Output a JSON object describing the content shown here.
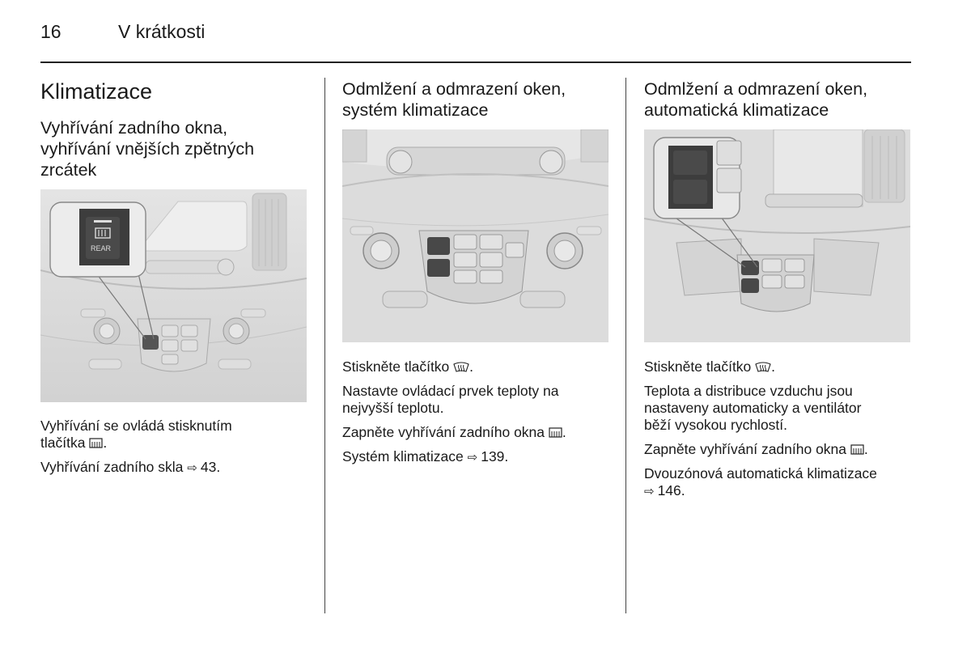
{
  "header": {
    "page_number": "16",
    "section": "V krátkosti"
  },
  "col1": {
    "title": "Klimatizace",
    "subtitle": "Vyhřívání zadního okna, vyhřívání vnějších zpětných zrcátek",
    "sub_lines": [
      "Vyhřívání zadního okna,",
      "vyhřívání vnějších zpětných",
      "zrcátek"
    ],
    "figure_label": "REAR",
    "p1_a": "Vyhřívání se ovládá stisknutím",
    "p1_b": "tlačítka",
    "p2": "Vyhřívání zadního skla",
    "p2_ref": "43."
  },
  "col2": {
    "title_lines": [
      "Odmlžení a odmrazení oken,",
      "systém klimatizace"
    ],
    "p1": "Stiskněte tlačítko",
    "p2_lines": [
      "Nastavte ovládací prvek teploty na",
      "nejvyšší teplotu."
    ],
    "p3": "Zapněte vyhřívání zadního okna",
    "p4": "Systém klimatizace",
    "p4_ref": "139."
  },
  "col3": {
    "title_lines": [
      "Odmlžení a odmrazení oken,",
      "automatická klimatizace"
    ],
    "p1": "Stiskněte tlačítko",
    "p2_lines": [
      "Teplota a distribuce vzduchu jsou",
      "nastaveny automaticky a ventilátor",
      "běží vysokou rychlostí."
    ],
    "p3": "Zapněte vyhřívání zadního okna",
    "p4": "Dvouzónová automatická klimatizace",
    "p4_ref": "146."
  },
  "icons": [
    "rear-window-heat-icon",
    "windscreen-defrost-icon",
    "reference-arrow-icon"
  ]
}
